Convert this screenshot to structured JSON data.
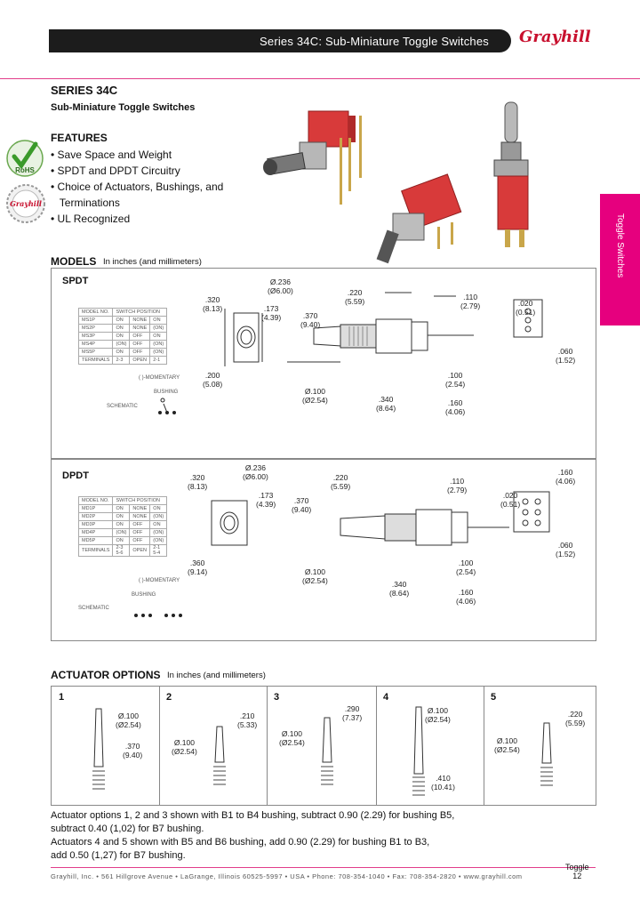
{
  "header": {
    "title": "Series 34C: Sub-Miniature Toggle Switches",
    "logo": "Grayhill"
  },
  "intro": {
    "series": "SERIES 34C",
    "subtitle": "Sub-Miniature Toggle Switches",
    "rohs": "RoHS",
    "features_title": "FEATURES",
    "features": [
      "• Save Space and Weight",
      "• SPDT and DPDT Circuitry",
      "• Choice of Actuators, Bushings, and",
      "   Terminations",
      "• UL Recognized"
    ]
  },
  "side_tab": "Toggle Switches",
  "models": {
    "title": "MODELS",
    "subtitle": "In inches (and millimeters)",
    "spdt": {
      "label": "SPDT",
      "table": [
        [
          "MODEL NO.",
          "SWITCH POSITION",
          "",
          ""
        ],
        [
          "MS1P",
          "ON",
          "NONE",
          "ON"
        ],
        [
          "MS2P",
          "ON",
          "NONE",
          "(ON)"
        ],
        [
          "MS3P",
          "ON",
          "OFF",
          "ON"
        ],
        [
          "MS4P",
          "(ON)",
          "OFF",
          "(ON)"
        ],
        [
          "MS5P",
          "ON",
          "OFF",
          "(ON)"
        ],
        [
          "TERMINALS",
          "2-3",
          "OPEN",
          "2-1"
        ]
      ],
      "momentary": "( )-MOMENTARY",
      "schematic": "SCHEMATIC",
      "bushing": "BUSHING",
      "dims": {
        "d1": ".320\n(8.13)",
        "d2": "Ø.236\n(Ø6.00)",
        "d3": ".173\n(4.39)",
        "d4": ".200\n(5.08)",
        "d5": ".220\n(5.59)",
        "d6": ".110\n(2.79)",
        "d7": ".370\n(9.40)",
        "d8": "Ø.100\n(Ø2.54)",
        "d9": ".340\n(8.64)",
        "d10": ".100\n(2.54)",
        "d11": ".160\n(4.06)",
        "d12": ".020\n(0.51)",
        "d13": ".060\n(1.52)"
      }
    },
    "dpdt": {
      "label": "DPDT",
      "table": [
        [
          "MODEL NO.",
          "SWITCH POSITION",
          "",
          ""
        ],
        [
          "MD1P",
          "ON",
          "NONE",
          "ON"
        ],
        [
          "MD2P",
          "ON",
          "NONE",
          "(ON)"
        ],
        [
          "MD3P",
          "ON",
          "OFF",
          "ON"
        ],
        [
          "MD4P",
          "(ON)",
          "OFF",
          "(ON)"
        ],
        [
          "MD5P",
          "ON",
          "OFF",
          "(ON)"
        ],
        [
          "TERMINALS",
          "2-3\n5-6",
          "OPEN",
          "2-1\n5-4"
        ]
      ],
      "momentary": "( )-MOMENTARY",
      "schematic": "SCHEMATIC",
      "bushing": "BUSHING",
      "dims": {
        "d1": ".320\n(8.13)",
        "d2": "Ø.236\n(Ø6.00)",
        "d3": ".173\n(4.39)",
        "d4": ".360\n(9.14)",
        "d5": ".220\n(5.59)",
        "d6": ".110\n(2.79)",
        "d7": ".370\n(9.40)",
        "d8": "Ø.100\n(Ø2.54)",
        "d9": ".340\n(8.64)",
        "d10": ".100\n(2.54)",
        "d11": ".160\n(4.06)",
        "d12": ".020\n(0.51)",
        "d13": ".060\n(1.52)",
        "d14": ".160\n(4.06)"
      }
    }
  },
  "actuators": {
    "title": "ACTUATOR OPTIONS",
    "subtitle": "In inches (and millimeters)",
    "options": [
      {
        "num": "1",
        "dims": [
          "Ø.100\n(Ø2.54)",
          ".370\n(9.40)"
        ]
      },
      {
        "num": "2",
        "dims": [
          ".210\n(5.33)",
          "Ø.100\n(Ø2.54)"
        ]
      },
      {
        "num": "3",
        "dims": [
          ".290\n(7.37)",
          "Ø.100\n(Ø2.54)"
        ]
      },
      {
        "num": "4",
        "dims": [
          "Ø.100\n(Ø2.54)",
          ".410\n(10.41)"
        ]
      },
      {
        "num": "5",
        "dims": [
          ".220\n(5.59)",
          "Ø.100\n(Ø2.54)"
        ]
      }
    ],
    "notes": [
      "Actuator options 1, 2 and 3 shown with B1 to B4 bushing, subtract 0.90 (2.29) for bushing B5,",
      "subtract 0.40 (1,02) for B7 bushing.",
      "Actuators 4 and 5 shown with B5 and B6 bushing, add 0.90 (2.29) for bushing B1 to B3,",
      "add 0.50 (1,27) for B7 bushing."
    ]
  },
  "footer": {
    "address": "Grayhill, Inc. • 561 Hillgrove Avenue • LaGrange, Illinois 60525-5997 • USA • Phone: 708-354-1040 • Fax: 708-354-2820 • www.grayhill.com",
    "page_section": "Toggle",
    "page_number": "12"
  },
  "colors": {
    "accent": "#e6007e",
    "rule": "#e23d8a",
    "logo": "#c8102e",
    "switch_body": "#d83a3a"
  }
}
